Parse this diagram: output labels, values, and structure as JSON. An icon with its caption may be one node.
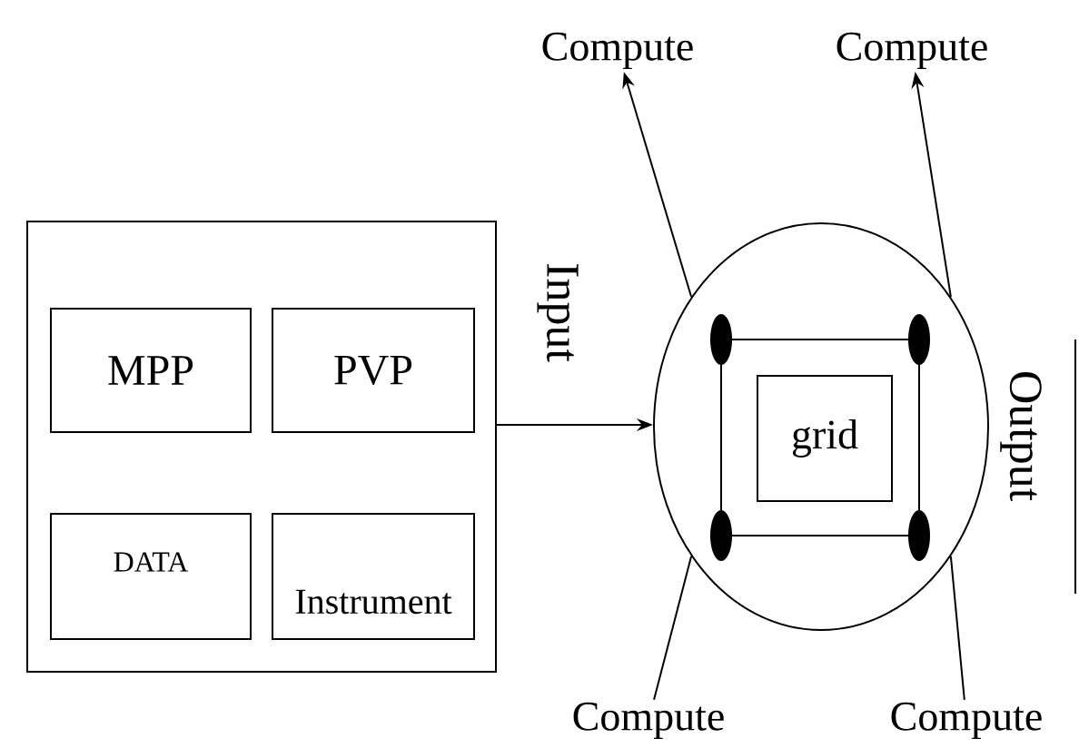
{
  "diagram": {
    "nodes": [
      {
        "text": [
          "Compute"
        ]
      },
      {
        "text": [
          "Compute"
        ]
      },
      {
        "text": [],
        "shape": "box"
      },
      {
        "text": [
          "MPP"
        ],
        "in": 2
      },
      {
        "text": [
          "PVP"
        ],
        "in": 2
      },
      {
        "text": [
          "DATA"
        ],
        "in": 2
      },
      {
        "text": [
          "Instrument"
        ],
        "in": 2
      },
      {
        "text": [],
        "shape": "circle"
      },
      {
        "text": [],
        "shape": "box",
        "in": 7
      },
      {
        "text": [
          "grid"
        ],
        "in": 8
      },
      {
        "text": [
          "Compute"
        ]
      },
      {
        "text": [
          "Compute"
        ]
      }
    ],
    "edges": [
      {
        "from": 2,
        "to": 7,
        "arrow": "to"
      },
      {
        "from": 7,
        "to": 0,
        "arrow": "to"
      },
      {
        "from": 7,
        "to": 1,
        "arrow": "to"
      },
      {
        "from": 7,
        "to": 10,
        "arrow": "none"
      },
      {
        "from": 7,
        "to": 11,
        "arrow": "none"
      }
    ],
    "labels": [
      "Input",
      "Output"
    ]
  }
}
